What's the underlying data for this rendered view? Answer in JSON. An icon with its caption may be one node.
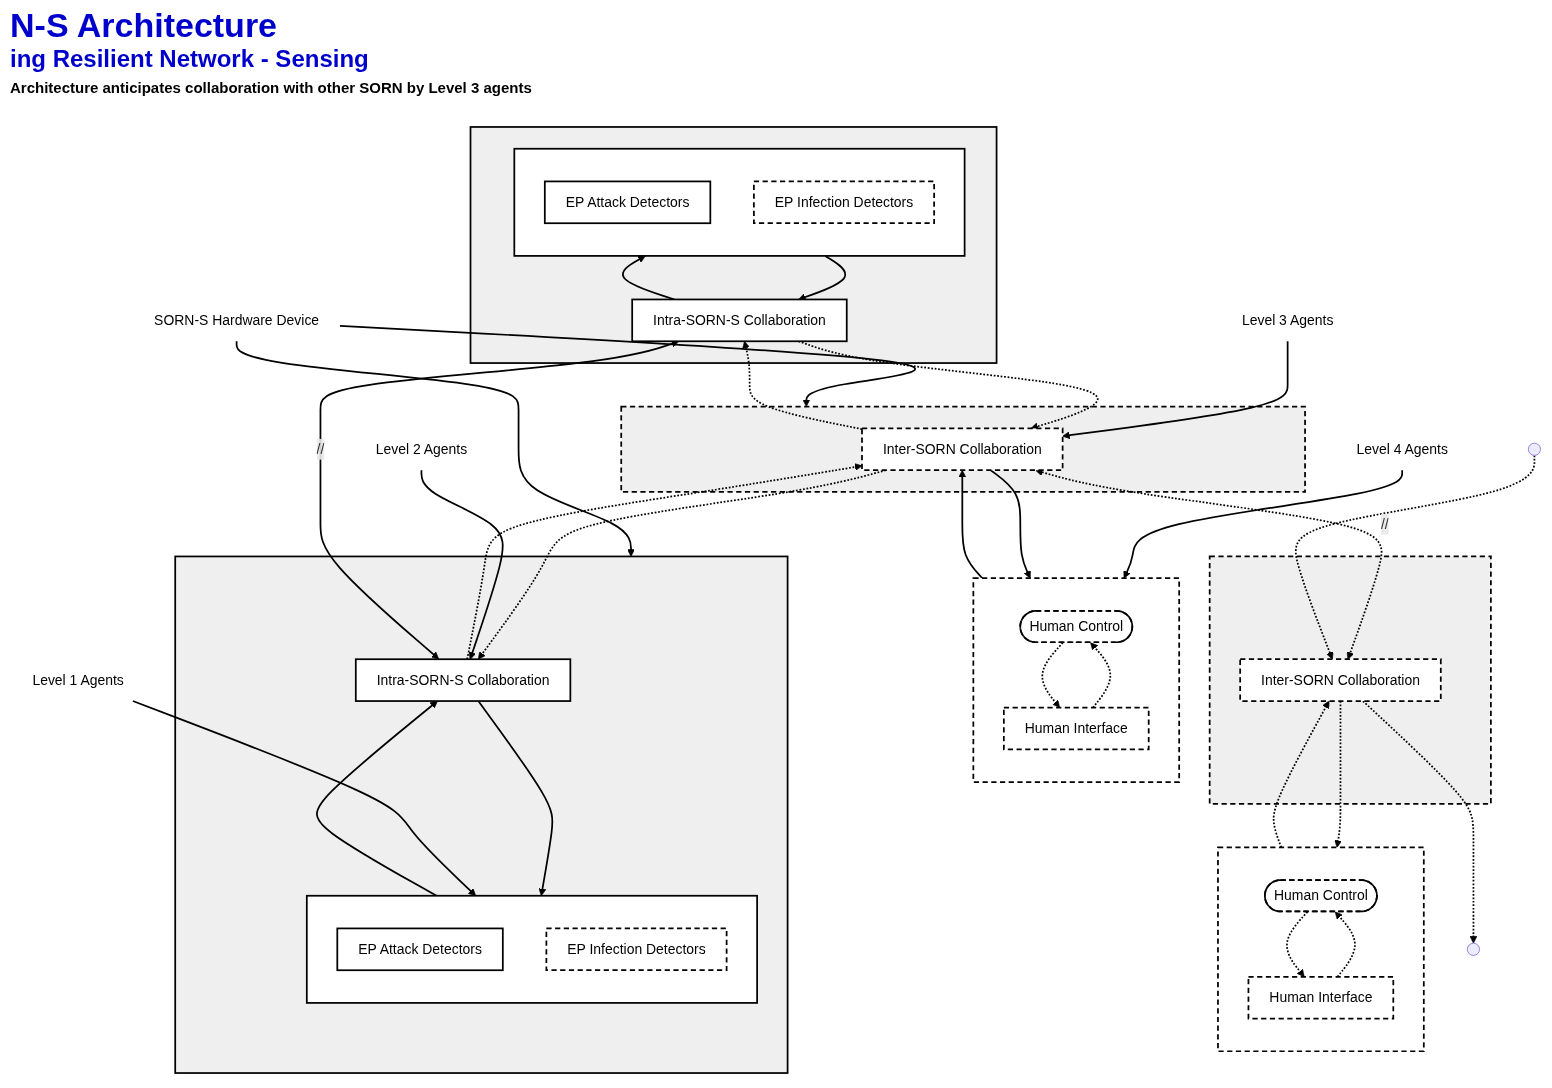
{
  "diagram": {
    "title": "N-S Architecture",
    "nodes": [
      {
        "text": [
          "Level 4 Agents"
        ]
      },
      {
        "text": [],
        "shape": "box"
      },
      {
        "text": [
          "Human Control"
        ],
        "in": 1
      },
      {
        "text": [
          "Human Interface"
        ],
        "in": 1
      },
      {
        "text": [],
        "shape": "box"
      },
      {
        "text": [
          "Human Control"
        ],
        "in": 4
      },
      {
        "text": [
          "Human Interface"
        ],
        "in": 4
      },
      {
        "text": [
          "Level 3 Agents"
        ]
      },
      {
        "text": [],
        "shape": "box"
      },
      {
        "text": [
          "Inter-SORN Collaboration"
        ],
        "in": 8
      },
      {
        "text": [],
        "shape": "box"
      },
      {
        "text": [
          "Inter-SORN Collaboration"
        ],
        "in": 10
      },
      {
        "text": [
          "SORN-S Hardware Device"
        ]
      },
      {
        "text": [
          "Level 2 Agents"
        ]
      },
      {
        "text": [
          "Level 1 Agents"
        ]
      },
      {
        "text": [],
        "shape": "box"
      },
      {
        "text": [
          "Intra-SORN-S Collaboration"
        ],
        "in": 15
      },
      {
        "text": [],
        "shape": "box",
        "in": 15
      },
      {
        "text": [
          "EP Attack Detectors"
        ],
        "in": 17
      },
      {
        "text": [
          "EP Infection Detectors"
        ],
        "in": 17
      },
      {
        "text": [],
        "shape": "box"
      },
      {
        "text": [
          "Intra-SORN-S Collaboration"
        ],
        "in": 20
      },
      {
        "text": [],
        "shape": "box",
        "in": 20
      },
      {
        "text": [
          "EP Attack Detectors"
        ],
        "in": 22
      },
      {
        "text": [
          "EP Infection Detectors"
        ],
        "in": 22
      }
    ],
    "edges": [
      {
        "from": 0,
        "to": 1,
        "arrow": "to"
      },
      {
        "from": 3,
        "to": 2,
        "arrow": "to",
        "style": "dashed"
      },
      {
        "from": 2,
        "to": 3,
        "arrow": "to",
        "style": "dashed"
      },
      {
        "from": 6,
        "to": 5,
        "arrow": "to",
        "style": "dashed"
      },
      {
        "from": 5,
        "to": 6,
        "arrow": "to",
        "style": "dashed"
      },
      {
        "from": 9,
        "to": 1,
        "arrow": "to"
      },
      {
        "from": 1,
        "to": 9,
        "arrow": "to"
      },
      {
        "from": 11,
        "to": 4,
        "arrow": "to",
        "style": "dashed"
      },
      {
        "from": 4,
        "to": 11,
        "arrow": "to",
        "style": "dashed"
      },
      {
        "from": 7,
        "to": 9,
        "arrow": "to"
      },
      {
        "from": 9,
        "to": 11,
        "arrow": "both",
        "style": "dashed",
        "label": "//"
      },
      {
        "from": 12,
        "to": 8,
        "arrow": "to"
      },
      {
        "from": 12,
        "to": 15,
        "arrow": "to"
      },
      {
        "from": 16,
        "to": 9,
        "arrow": "to",
        "style": "dashed"
      },
      {
        "from": 21,
        "to": 9,
        "arrow": "to",
        "style": "dashed"
      },
      {
        "from": 9,
        "to": 16,
        "arrow": "to",
        "style": "dashed"
      },
      {
        "from": 9,
        "to": 21,
        "arrow": "to",
        "style": "dashed"
      },
      {
        "from": null,
        "to": 11,
        "arrow": "to",
        "style": "dashed"
      },
      {
        "from": 11,
        "to": null,
        "arrow": "to",
        "style": "dashed"
      },
      {
        "from": 13,
        "to": 16,
        "arrow": "to"
      },
      {
        "from": 16,
        "to": 21,
        "arrow": "both",
        "label": "//"
      },
      {
        "from": 17,
        "to": 16,
        "arrow": "to"
      },
      {
        "from": 16,
        "to": 17,
        "arrow": "to"
      },
      {
        "from": 22,
        "to": 21,
        "arrow": "to"
      },
      {
        "from": 21,
        "to": 22,
        "arrow": "to"
      },
      {
        "from": 14,
        "to": 17,
        "arrow": "to"
      }
    ],
    "labels": [
      "ing Resilient Network - Sensing",
      "Architecture anticipates collaboration with other SORN by Level 3 agents"
    ]
  }
}
